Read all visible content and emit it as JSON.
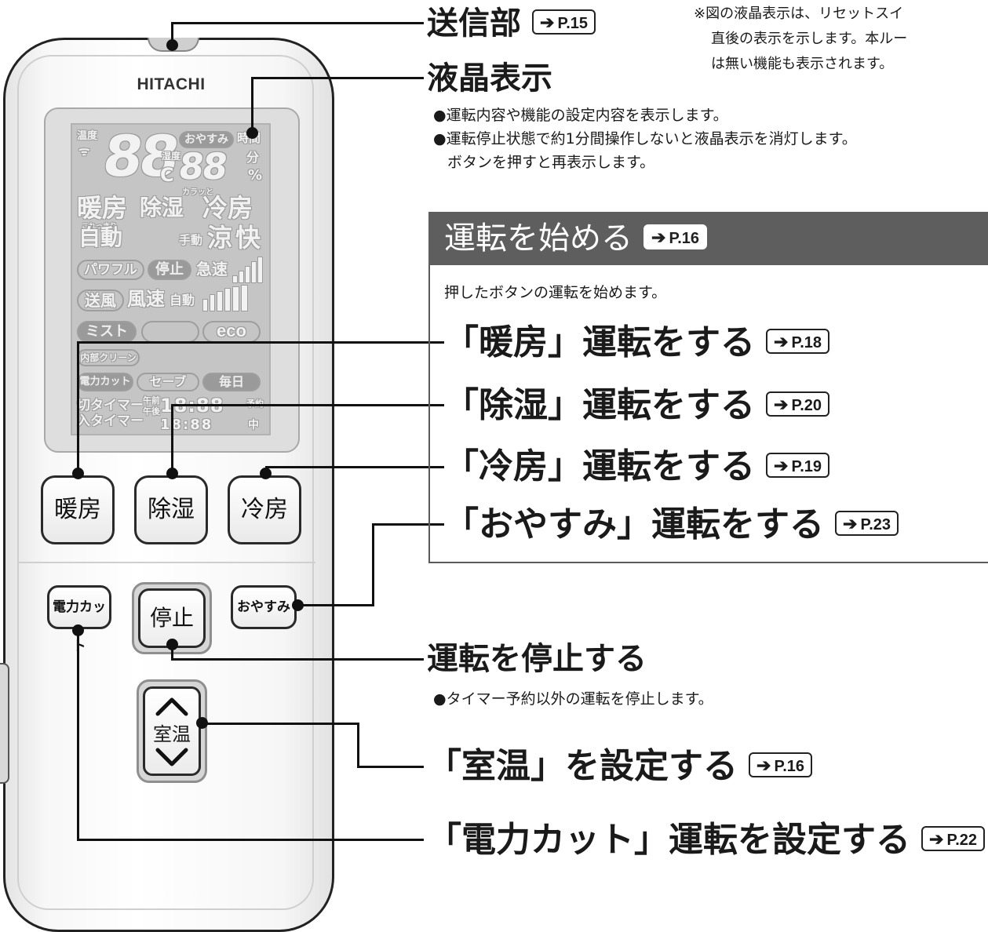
{
  "remote": {
    "brand": "HITACHI",
    "lcd": {
      "temp_label": "温度",
      "big_digits": "88",
      "sleep_label": "おやすみ",
      "time_label": "時間",
      "humid_label": "湿度",
      "celsius": "C",
      "small_digits": "88",
      "minute": "分",
      "percent": "%",
      "row_heat": "暖房",
      "row_dehum": "除湿",
      "karatto": "カラッと",
      "row_cool": "冷房",
      "koreppari": "これっきり",
      "auto": "自動",
      "manual": "手動",
      "cool_label": "涼",
      "comfort_label": "快",
      "powerful": "パワフル",
      "stop": "停止",
      "rapid": "急速",
      "fan": "送風",
      "fan_speed": "風速",
      "fan_auto": "自動",
      "mist": "ミスト",
      "eco": "eco",
      "clean": "内部クリーン",
      "power_cut": "電力カット",
      "save": "セーブ",
      "daily": "毎日",
      "off_timer": "切タイマー",
      "on_timer": "入タイマー",
      "am": "午前",
      "pm": "午後",
      "timer_digits_1": "18:88",
      "timer_digits_2": "18:88",
      "yoyaku": "予約",
      "chu": "中"
    },
    "buttons": {
      "heat": "暖房",
      "dehumidify": "除湿",
      "cool": "冷房",
      "power_cut": "電力カット",
      "stop": "停止",
      "sleep": "おやすみ",
      "room_temp": "室温"
    }
  },
  "annotations": {
    "transmitter": {
      "title": "送信部",
      "ref": "P.15"
    },
    "note": [
      "※図の液晶表示は、リセットスイ",
      "直後の表示を示します。本ルー",
      "は無い機能も表示されます。"
    ],
    "lcd": {
      "title": "液晶表示",
      "lines": [
        "●運転内容や機能の設定内容を表示します。",
        "●運転停止状態で約1分間操作しないと液晶表示を消灯します。",
        "ボタンを押すと再表示します。"
      ]
    },
    "start_box": {
      "title": "運転を始める",
      "ref": "P.16",
      "desc": "押したボタンの運転を始めます。",
      "items": [
        {
          "label": "「暖房」運転をする",
          "ref": "P.18"
        },
        {
          "label": "「除湿」運転をする",
          "ref": "P.20"
        },
        {
          "label": "「冷房」運転をする",
          "ref": "P.19"
        },
        {
          "label": "「おやすみ」運転をする",
          "ref": "P.23"
        }
      ]
    },
    "stop": {
      "title": "運転を停止する",
      "desc": "●タイマー予約以外の運転を停止します。"
    },
    "room_temp": {
      "label": "「室温」を設定する",
      "ref": "P.16"
    },
    "power_cut": {
      "label": "「電力カット」運転を設定する",
      "ref": "P.22"
    },
    "arrow": "➔"
  }
}
